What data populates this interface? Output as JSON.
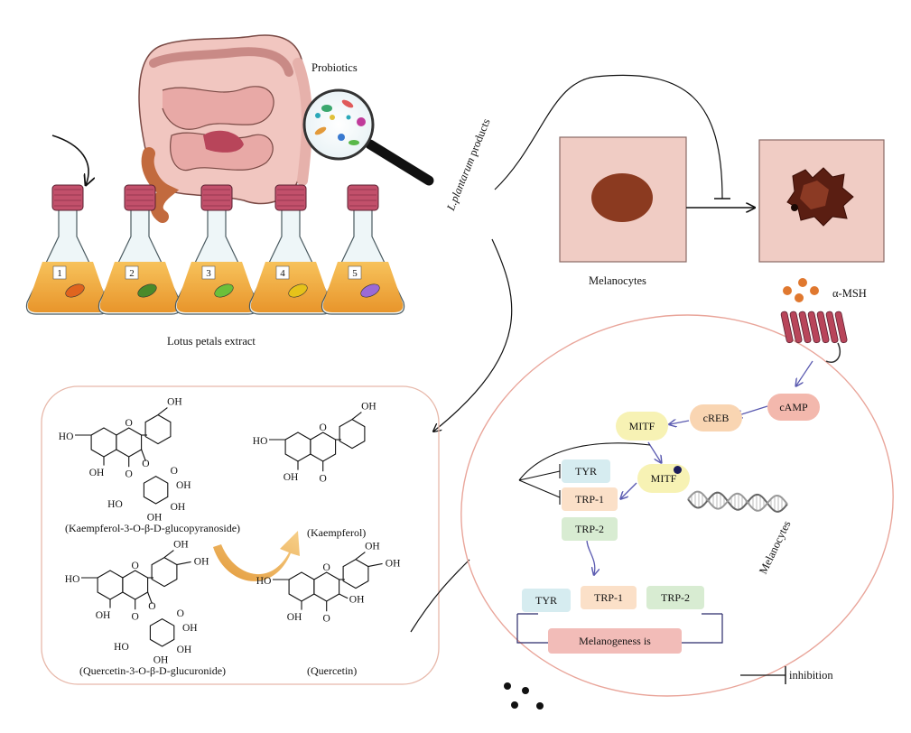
{
  "labels": {
    "probiotics": "Probiotics",
    "lotus_extract": "Lotus petals extract",
    "lp_products_prefix": "L.",
    "lp_products_italic": "plantarum",
    "lp_products_suffix": " products",
    "melanocytes_top": "Melanocytes",
    "amsh": "α-MSH",
    "camp": "cAMP",
    "creb": "cREB",
    "mitf1": "MITF",
    "mitf2": "MITF",
    "tyr": "TYR",
    "trp1": "TRP-1",
    "trp2": "TRP-2",
    "bottom_tyr": "TYR",
    "bottom_trp1": "TRP-1",
    "bottom_trp2": "TRP-2",
    "melanogenesis": "Melanogeness is",
    "melanocytes_cell": "Melanocytes",
    "inhibition": "inhibition"
  },
  "flasks": [
    "1",
    "2",
    "3",
    "4",
    "5"
  ],
  "molecules": {
    "kaempferol_glucoside": "(Kaempferol-3-O-β-D-glucopyranoside)",
    "kaempferol": "(Kaempferol)",
    "quercetin_glucuronide": "(Quercetin-3-O-β-D-glucuronide)",
    "quercetin": "(Quercetin)"
  },
  "atoms": {
    "oh": "OH",
    "ho": "HO",
    "o": "O"
  },
  "colors": {
    "flask_liquid": "#f2a93a",
    "flask_cap": "#c2506b",
    "skin": "#f0ccc4",
    "spot": "#8b3a20",
    "box_tyr": "#d6ecf0",
    "box_trp1": "#fbe0c8",
    "box_trp2": "#d8ecd2",
    "box_melano": "#f2bcb8",
    "camp": "#f3b8ad",
    "creb": "#f9d5b2",
    "mitf": "#f7f2b4",
    "arrow_blue": "#5a5ab0",
    "cell_outline": "#e9a59a",
    "panel_outline": "#e7b8aa"
  }
}
